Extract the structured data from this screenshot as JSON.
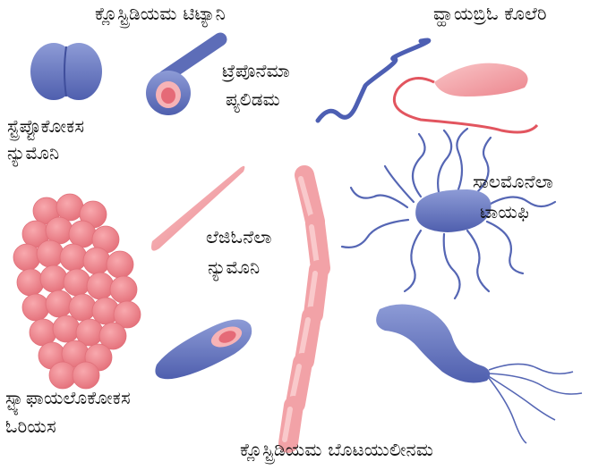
{
  "labels": {
    "tetani": "ಕ್ಲೊಸ್ಟ್ರಿಡಿಯಮ ಟಿಟ್ಯಾನಿ",
    "vibrio": "ವ್ಹಾಯಬ್ರಿಓ ಕೊಲೆರಿ",
    "strep_1": "ಸ್ಟ್ರೆಪ್ಟೊಕೋಕಸ",
    "strep_2": "ನ್ಯುಮೊನಿ",
    "trep_1": "ಟ್ರೆಪೊನೆಮಾ",
    "trep_2": "ಪ್ಯಲಿಡಮ",
    "salm_1": "ಸಾಲಮೊನೆಲಾ",
    "salm_2": "ಟಾಯಫಿ",
    "leg_1": "ಲೆಜಿಓನೆಲಾ",
    "leg_2": "ನ್ಯುಮೊನಿ",
    "staph_1": "ಸ್ಟ್ಯಾಫಾಯಲೊಕೋಕಸ",
    "staph_2": "ಓರಿಯಸ",
    "botul": "ಕ್ಲೊಸ್ಟ್ರಿಡಿಯಮ ಬೊಟಯುಲೀನಮ"
  },
  "colors": {
    "blue": "#6f80c4",
    "blue_dark": "#4a5aa8",
    "pink": "#f08c93",
    "pink_light": "#f6b3b6",
    "pink_dark": "#d96b74"
  }
}
